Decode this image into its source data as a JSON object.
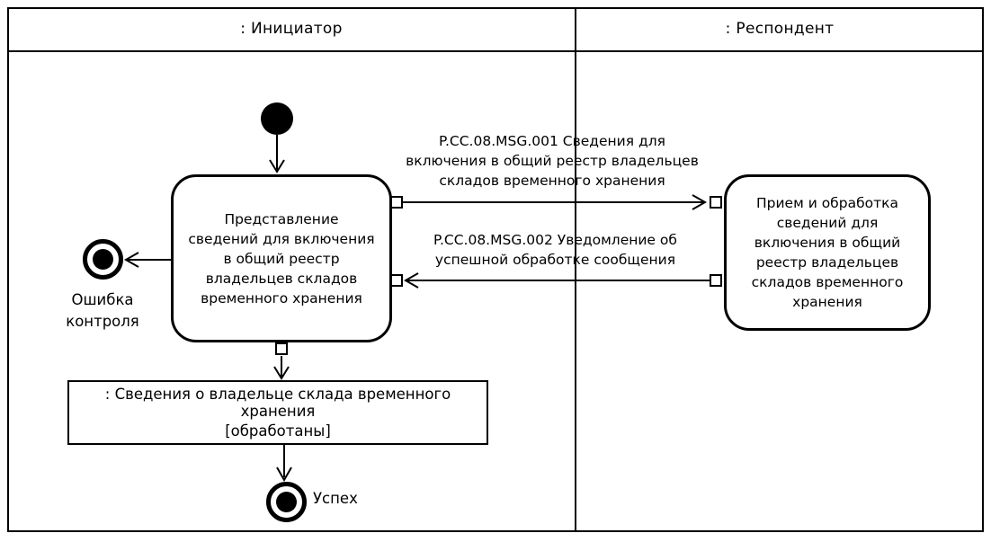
{
  "diagram": {
    "colors": {
      "ink": "#000000",
      "paper": "#ffffff"
    },
    "lanes": [
      {
        "label": ": Инициатор"
      },
      {
        "label": ": Респондент"
      }
    ],
    "nodes": {
      "initiator_activity": {
        "label": "Представление сведений для включения в общий реестр владельцев складов временного хранения"
      },
      "respondent_activity": {
        "label": "Прием и обработка сведений для включения в общий реестр владельцев складов временного хранения"
      },
      "object_node": {
        "name": ": Сведения о владельце склада временного хранения",
        "state": "[обработаны]"
      },
      "error_final": {
        "label": "Ошибка контроля"
      },
      "success_final": {
        "label": "Успех"
      }
    },
    "messages": {
      "msg1": {
        "lines": [
          "P.CC.08.MSG.001 Сведения для",
          "включения в общий реестр владельцев",
          "складов временного хранения"
        ]
      },
      "msg2": {
        "lines": [
          "P.CC.08.MSG.002 Уведомление об",
          "успешной обработке сообщения"
        ]
      }
    }
  }
}
